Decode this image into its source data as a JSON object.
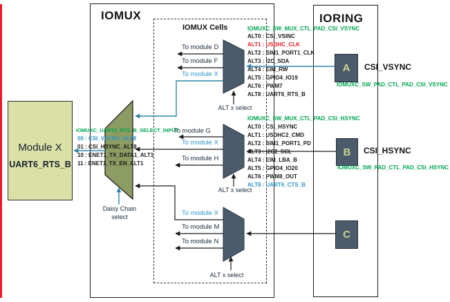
{
  "colors": {
    "accent_blue_text": "#3094C8",
    "teal_line": "#2E83A8",
    "register_green": "#00A550",
    "alert_red": "#EC1C24",
    "mux_fill": "#4C5B6B",
    "daisy_mux_fill": "#8C9C62",
    "module_box_fill": "#DBE0A6",
    "change_bar_red": "#E8192C"
  },
  "titles": {
    "iomux": "IOMUX",
    "iomux_cells": "IOMUX Cells",
    "ioring": "IORING"
  },
  "module_x": {
    "name": "Module X",
    "signal": "UART6_RTS_B"
  },
  "daisy_mux": {
    "register": "IOMUXC_UART6_RTS_B_SELECT_INPUT",
    "options": [
      "00 : CSI_VSYNC_ALT8",
      "01 : CSI_HSYNC_ALT8",
      "10 : ENET1_TX_DATA1_ALT1",
      "11 : ENET1_TX_EN_ALT1"
    ],
    "select_label_line1": "Daisy Chain",
    "select_label_line2": "select"
  },
  "mux1": {
    "register": "IOMUXC_SW_MUX_CTL_PAD_CSI_VSYNC",
    "alts": [
      "ALT0 : CSI_VSINC",
      "ALT1 : USDHC_CLK",
      "ALT2 : SIM1_PORT1_CLK",
      "ALT3 : I2C_SDA",
      "ALT4 : EIM_RW",
      "ALT5 : GPIO4_IO19",
      "ALT6 : PWM7",
      "ALT8 : UART6_RTS_B"
    ],
    "outputs": [
      "To module D",
      "To module F",
      "To module X"
    ],
    "select_label": "ALT x select"
  },
  "mux2": {
    "register": "IOMUXC_SW_MUX_CTL_PAD_CSI_HSYNC",
    "alts": [
      "ALT0 : CSI_HSYNC",
      "ALT1 : USDHC2_CMD",
      "ALT2 : SIM1_PORT1_PD",
      "ALT3 : I2C2_SCL",
      "ALT4 : EIM_LBA_B",
      "ALT5 : GPIO4_IO20",
      "ALT6 : PWM8_OUT",
      "ALT8 : UART6_CTS_B"
    ],
    "outputs": [
      "To module G",
      "To module X",
      "To module H"
    ],
    "select_label": "ALT x select"
  },
  "mux3": {
    "outputs": [
      "To module X",
      "To module M",
      "To module N"
    ],
    "select_label": "ALT x select"
  },
  "pads": {
    "a": {
      "letter": "A",
      "name": "CSI_VSYNC",
      "pad_register": "IOMUXC_SW_PAD_CTL_PAD_CSI_VSYNC"
    },
    "b": {
      "letter": "B",
      "name": "CSI_HSYNC",
      "pad_register": "IOMUXC_SW_PAD_CTL_PAD_CSI_HSYNC"
    },
    "c": {
      "letter": "C"
    }
  }
}
